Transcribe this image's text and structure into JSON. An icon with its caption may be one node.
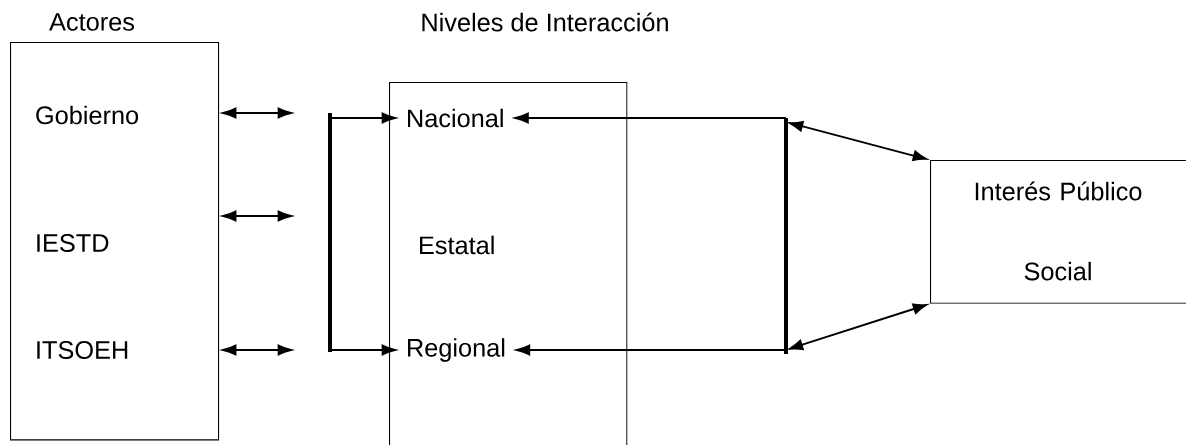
{
  "diagram": {
    "nodes": [
      {
        "text": [
          "Actores"
        ]
      },
      {
        "text": [
          "Gobierno"
        ],
        "in": 0
      },
      {
        "text": [
          "IESTD"
        ],
        "in": 0
      },
      {
        "text": [
          "ITSOEH"
        ],
        "in": 0
      },
      {
        "text": [
          "Niveles de Interacción"
        ]
      },
      {
        "text": [
          "Nacional"
        ],
        "in": 4
      },
      {
        "text": [
          "Estatal"
        ],
        "in": 4
      },
      {
        "text": [
          "Regional"
        ],
        "in": 4
      },
      {
        "text": [
          "Interés Público Social"
        ]
      }
    ],
    "edges": [
      {
        "from": 0,
        "to": null,
        "arrow": "both"
      },
      {
        "from": 0,
        "to": null,
        "arrow": "both"
      },
      {
        "from": 0,
        "to": null,
        "arrow": "both"
      },
      {
        "from": null,
        "to": 5,
        "arrow": "to"
      },
      {
        "from": null,
        "to": 7,
        "arrow": "to"
      },
      {
        "from": null,
        "to": 5,
        "arrow": "to"
      },
      {
        "from": null,
        "to": 7,
        "arrow": "to"
      },
      {
        "from": 8,
        "to": null,
        "arrow": "both"
      },
      {
        "from": 8,
        "to": null,
        "arrow": "both"
      }
    ]
  }
}
